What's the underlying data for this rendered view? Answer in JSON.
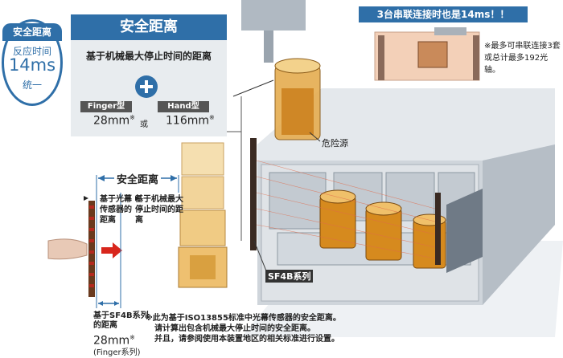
{
  "badge": {
    "line1": "安全距离",
    "line2": "反应时间",
    "line3": "14ms",
    "line4": "统一"
  },
  "panel": {
    "title": "安全距离",
    "formula": "基于机械最大停止时间的距离",
    "finger_tag": "Finger型",
    "finger_value": "28mm",
    "or": "或",
    "hand_tag": "Hand型",
    "hand_value": "116mm",
    "mark": "※"
  },
  "banner": "3台串联连接时也是14ms！！",
  "note_right": "※最多可串联连接3套或总计最多192光轴。",
  "labels": {
    "danger": "危险源",
    "sf4b": "SF4B系列",
    "safety_distance": "安全距离",
    "sensor_distance": "基于光幕传感器的距离",
    "machine_distance": "基于机械最大停止时间的距离"
  },
  "bottom_left": {
    "line1": "基于SF4B系列",
    "line2": "的距离",
    "value": "28mm",
    "mark": "※",
    "series": "(Finger系列)"
  },
  "footnote": {
    "line1": "※此为基于ISO13855标准中光幕传感器的安全距离。",
    "line2": "请计算出包含机械最大停止时间的安全距离。",
    "line3": "并且，请参阅使用本装置地区的相关标准进行设置。"
  },
  "colors": {
    "accent_blue": "#2f6fa8",
    "machine_gray": "#cfd5db",
    "danger_amber": "#d68a1e",
    "sensor_red": "#b5291f"
  }
}
